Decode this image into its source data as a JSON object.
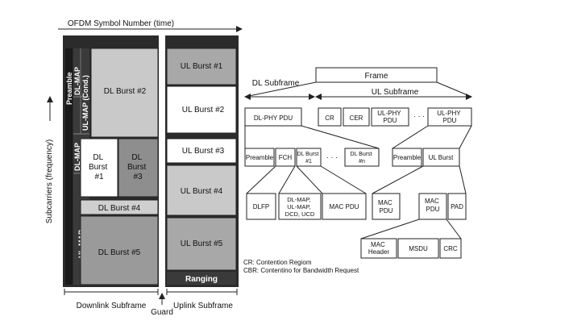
{
  "left": {
    "time_axis": "OFDM Symbol Number (time)",
    "freq_axis": "Subcarriers (frequency)",
    "preamble": "Preamble",
    "dl_map": "DL-MAP",
    "ul_map_cond": "UL-MAP (Cond.)",
    "dl_map_2": "DL-MAP",
    "ul_map": "UL-MAP",
    "dl_burst_2": "DL Burst #2",
    "dl_burst_1": [
      "DL",
      "Burst",
      "#1"
    ],
    "dl_burst_3": [
      "DL",
      "Burst",
      "#3"
    ],
    "dl_burst_4": "DL Burst #4",
    "dl_burst_5": "DL Burst #5",
    "ul_burst_1": "UL Burst #1",
    "ul_burst_2": "UL Burst #2",
    "ul_burst_3": "UL Burst #3",
    "ul_burst_4": "UL Burst #4",
    "ul_burst_5": "UL Burst #5",
    "ranging": "Ranging",
    "downlink_subframe": "Downlink Subframe",
    "guard": "Guard",
    "uplink_subframe": "Uplink Subframe"
  },
  "right": {
    "frame": "Frame",
    "dl_subframe": "DL Subframe",
    "ul_subframe": "UL Subframe",
    "dl_phy_pdu": "DL-PHY PDU",
    "cr": "CR",
    "cer": "CER",
    "ul_phy_pdu_1": [
      "UL-PHY",
      "PDU"
    ],
    "ul_phy_pdu_2": [
      "UL-PHY",
      "PDU"
    ],
    "preamble_dl": "Preamble",
    "fch": "FCH",
    "dl_burst_1": [
      "DL Burst",
      "#1"
    ],
    "dl_burst_n": [
      "DL Burst",
      "#n"
    ],
    "preamble_ul": "Preamble",
    "ul_burst": "UL Burst",
    "dlfp": "DLFP",
    "maps": [
      "DL-MAP,",
      "UL-MAP,",
      "DCD, UCD"
    ],
    "mac_pdu_dl": "MAC PDU",
    "mac_pdu_a": [
      "MAC",
      "PDU"
    ],
    "mac_pdu_b": [
      "MAC",
      "PDU"
    ],
    "pad": "PAD",
    "mac_header": [
      "MAC",
      "Header"
    ],
    "msdu": "MSDU",
    "crc": "CRC",
    "legend_cr": "CR: Contention Regiom",
    "legend_cbr": "CBR: Contentino for Bandwidth Request"
  }
}
